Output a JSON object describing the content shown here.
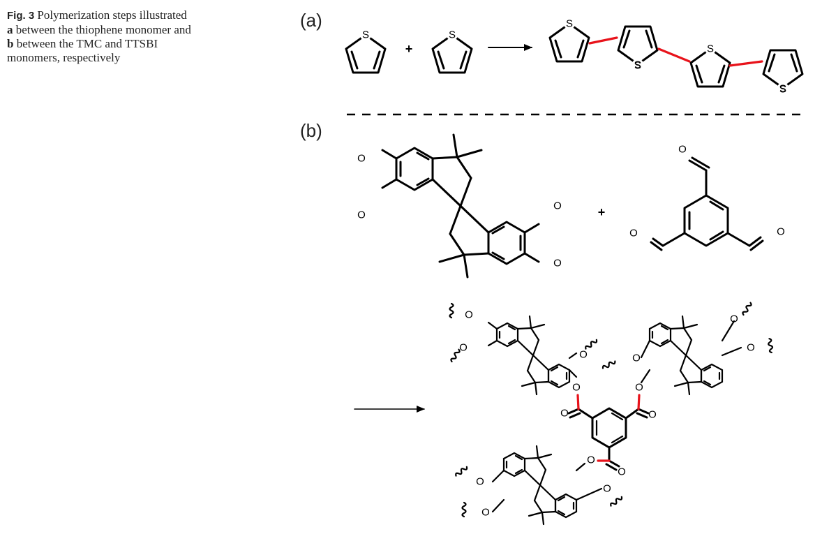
{
  "caption": {
    "fig_label": "Fig. 3",
    "text_1": " Polymerization steps illustrated ",
    "a": "a",
    "text_2": " between the thiophene monomer and ",
    "b": "b",
    "text_3": " between the TMC and TTSBI monomers, respectively"
  },
  "panels": {
    "a": "(a)",
    "b": "(b)"
  },
  "symbols": {
    "plus": "+",
    "sulfur": "S",
    "oxygen": "O"
  },
  "colors": {
    "new_bond": "#e8131b",
    "bond": "#000000"
  },
  "reactions": {
    "a": {
      "reactants": [
        "thiophene",
        "thiophene"
      ],
      "product": "quaterthiophene (thiophene chain)"
    },
    "b": {
      "reactants": [
        "TTSBI",
        "TMC"
      ],
      "product": "polyarylate network"
    }
  }
}
